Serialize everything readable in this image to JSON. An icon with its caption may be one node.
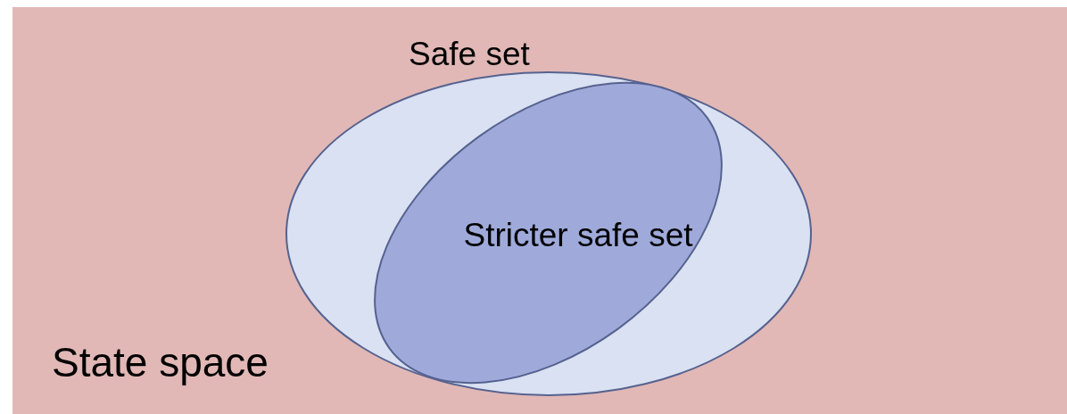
{
  "diagram": {
    "nodes": [
      {
        "text": [
          "State space"
        ]
      },
      {
        "text": [
          "Safe set"
        ],
        "in": 0
      },
      {
        "text": [
          "Stricter safe set"
        ],
        "in": 1
      }
    ]
  }
}
